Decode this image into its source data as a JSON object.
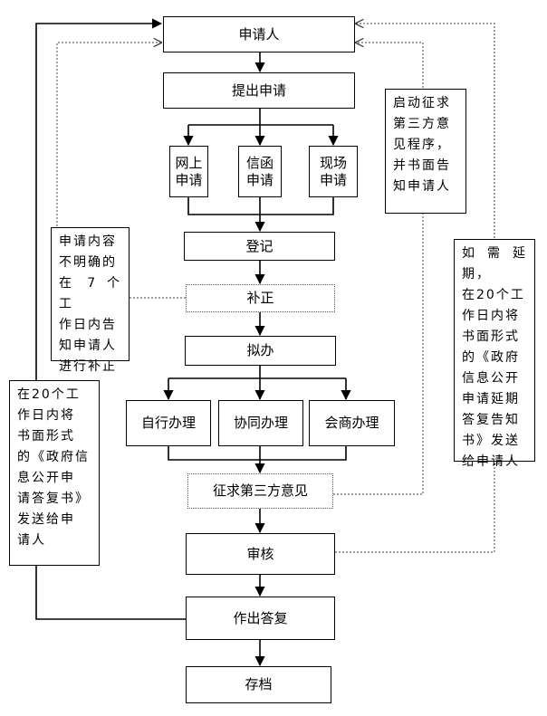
{
  "nodes": {
    "applicant": "申请人",
    "submit": "提出申请",
    "online": "网上\n申请",
    "letter": "信函\n申请",
    "onsite": "现场\n申请",
    "register": "登记",
    "supplement": "补正",
    "draft": "拟办",
    "self_handle": "自行办理",
    "co_handle": "协同办理",
    "consult_handle": "会商办理",
    "third_party": "征求第三方意见",
    "review": "审核",
    "reply": "作出答复",
    "archive": "存档"
  },
  "notes": {
    "third_party_procedure": "启动征求\n第三方意\n见程序，\n并书面告\n知申请人",
    "unclear_content": "申请内容\n不明确的\n在 7 个工\n作日内告\n知申请人\n进行补正",
    "reply_letter": "在20个工\n作日内将\n书面形式\n的《政府信\n息公开申\n请答复书》\n发送给申\n请人",
    "extension": "如需延期，\n在20个工\n作日内将\n书面形式\n的《政府\n信息公开\n申请延期\n答复告知\n书》发送\n给申请人"
  }
}
